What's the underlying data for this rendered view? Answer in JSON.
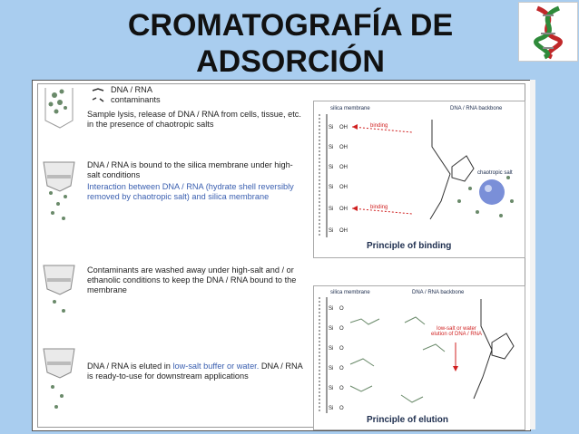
{
  "title": {
    "line1": "CROMATOGRAFÍA DE",
    "line2": "ADSORCIÓN"
  },
  "legend": {
    "dna_rna": "DNA / RNA",
    "contaminants": "contaminants"
  },
  "steps": [
    {
      "text": "Sample lysis, release of DNA / RNA from cells, tissue, etc. in the presence of chaotropic salts",
      "note": ""
    },
    {
      "text": "DNA / RNA is bound to the silica membrane under high-salt conditions",
      "note": "Interaction between DNA / RNA (hydrate shell reversibly removed by chaotropic salt) and silica membrane"
    },
    {
      "text": "Contaminants are washed away under high-salt and / or ethanolic conditions to keep the DNA / RNA bound to the membrane",
      "note": ""
    },
    {
      "text_pre": "DNA / RNA is eluted in ",
      "text_blue": "low-salt buffer or water.",
      "text_post": "DNA / RNA is ready-to-use for downstream applications"
    }
  ],
  "binding_diagram": {
    "caption": "Principle of binding",
    "silica_membrane": "silica membrane",
    "backbone": "DNA / RNA backbone",
    "binding1": "binding",
    "binding2": "binding",
    "chaotropic": "chaotropic salt"
  },
  "elution_diagram": {
    "caption": "Principle of elution",
    "silica_membrane": "silica membrane",
    "backbone": "DNA / RNA backbone",
    "elution_note": "low-salt or water elution of DNA / RNA"
  },
  "colors": {
    "background": "#a9cdef",
    "accent_blue": "#3a5fb0",
    "arrow_red": "#d02020",
    "sphere": "#7a8fd8"
  }
}
